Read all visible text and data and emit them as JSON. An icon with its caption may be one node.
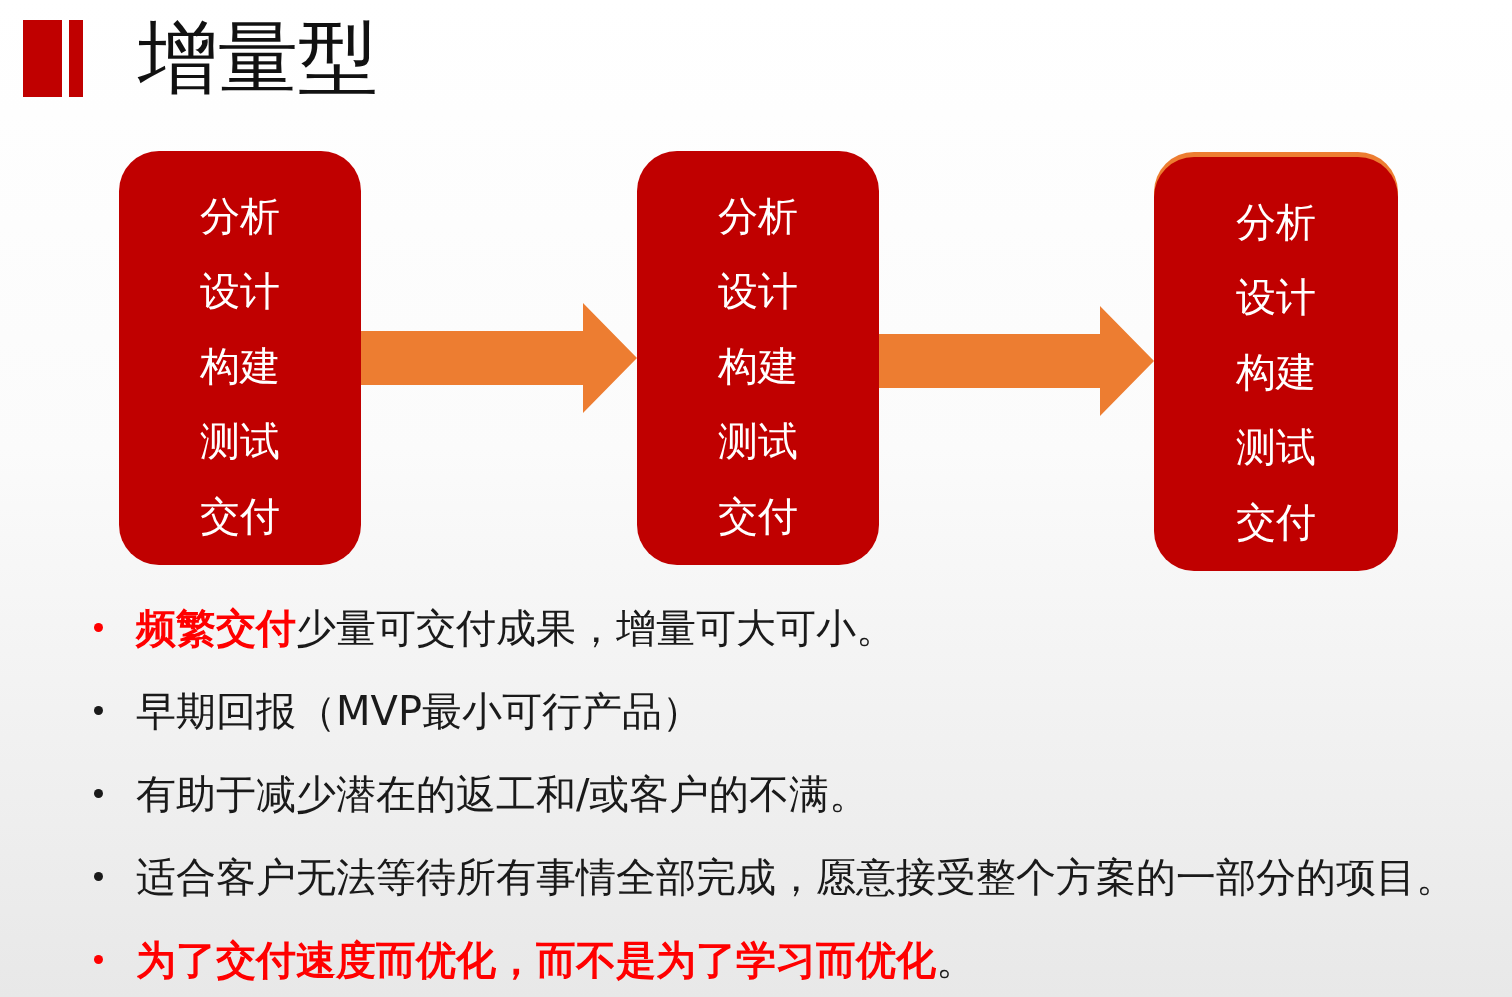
{
  "diagram": {
    "title": "增量型",
    "nodes": [
      {
        "text": [
          "分析",
          "设计",
          "构建",
          "测试",
          "交付"
        ]
      },
      {
        "text": [
          "分析",
          "设计",
          "构建",
          "测试",
          "交付"
        ]
      },
      {
        "text": [
          "分析",
          "设计",
          "构建",
          "测试",
          "交付"
        ]
      }
    ],
    "edges": [
      {
        "from": 0,
        "to": 1,
        "arrow": "to",
        "style": "thick"
      },
      {
        "from": 1,
        "to": 2,
        "arrow": "to",
        "style": "thick"
      }
    ],
    "labels": [
      "**频繁交付**少量可交付成果，增量可大可小。",
      "早期回报（MVP最小可行产品）",
      "有助于减少潜在的返工和/或客户的不满。",
      "适合客户无法等待所有事情全部完成，愿意接受整个方案的一部分的项目。",
      "**为了交付速度而优化，而不是为了学习而优化**。"
    ]
  }
}
